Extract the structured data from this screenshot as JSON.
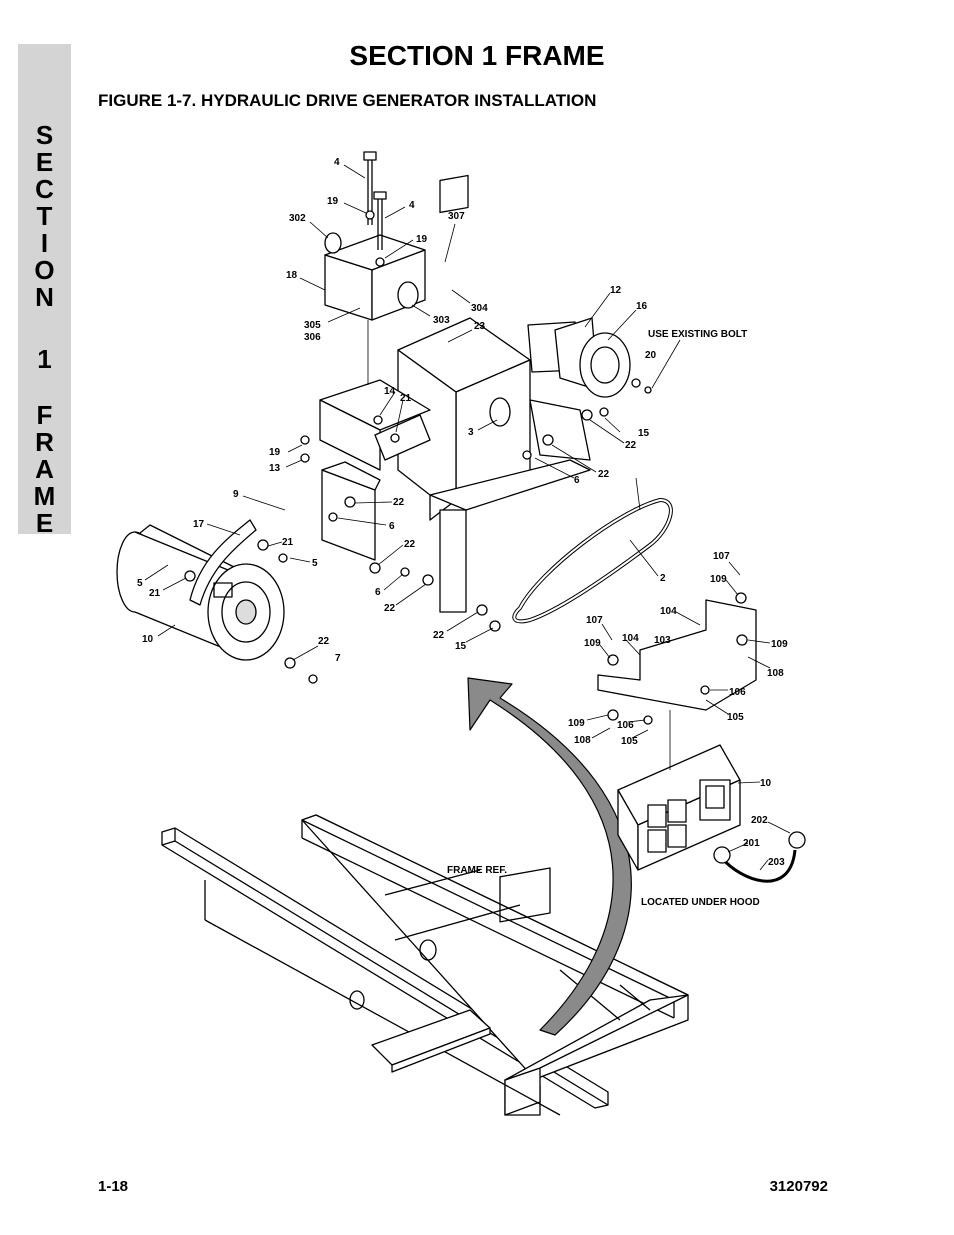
{
  "side_tab": {
    "letters": [
      "S",
      "E",
      "C",
      "T",
      "I",
      "O",
      "N",
      "",
      "1",
      "",
      "F",
      "R",
      "A",
      "M",
      "E"
    ]
  },
  "header": {
    "title": "SECTION 1  FRAME",
    "figure_title": "FIGURE 1-7.    HYDRAULIC DRIVE GENERATOR INSTALLATION"
  },
  "footer": {
    "page_number": "1-18",
    "doc_number": "3120792"
  },
  "diagram": {
    "callouts": [
      "4",
      "19",
      "4",
      "302",
      "307",
      "19",
      "18",
      "304",
      "303",
      "305",
      "306",
      "23",
      "12",
      "16",
      "20",
      "USE EXISTING BOLT",
      "14",
      "21",
      "3",
      "19",
      "13",
      "15",
      "22",
      "22",
      "6",
      "9",
      "22",
      "17",
      "6",
      "21",
      "5",
      "22",
      "5",
      "21",
      "6",
      "22",
      "10",
      "22",
      "15",
      "22",
      "7",
      "2",
      "107",
      "109",
      "104",
      "107",
      "109",
      "104",
      "103",
      "109",
      "108",
      "106",
      "105",
      "109",
      "106",
      "108",
      "105",
      "10",
      "202",
      "201",
      "203",
      "FRAME REF.",
      "LOCATED UNDER HOOD"
    ]
  }
}
